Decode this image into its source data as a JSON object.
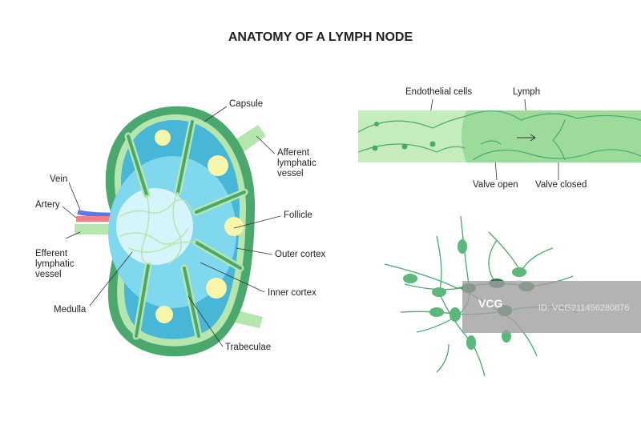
{
  "title": "ANATOMY OF A LYMPH NODE",
  "labels": {
    "capsule": "Capsule",
    "afferent": "Afferent lymphatic vessel",
    "follicle": "Follicle",
    "outer_cortex": "Outer cortex",
    "inner_cortex": "Inner cortex",
    "trabeculae": "Trabeculae",
    "medulla": "Medulla",
    "vein": "Vein",
    "artery": "Artery",
    "efferent": "Efferent lymphatic vessel",
    "endothelial": "Endothelial cells",
    "lymph": "Lymph",
    "valve_open": "Valve open",
    "valve_closed": "Valve closed"
  },
  "watermark": {
    "logo": "VCG",
    "id": "ID: VCG211456280876"
  },
  "colors": {
    "dark_green": "#4aa86c",
    "light_green": "#b5e6ad",
    "blue": "#48b6d6",
    "light_blue": "#80d8ee",
    "pale_blue": "#d6f5fb",
    "yellow": "#f8f6a8",
    "vein": "#5b78e6",
    "artery": "#f07f86"
  }
}
